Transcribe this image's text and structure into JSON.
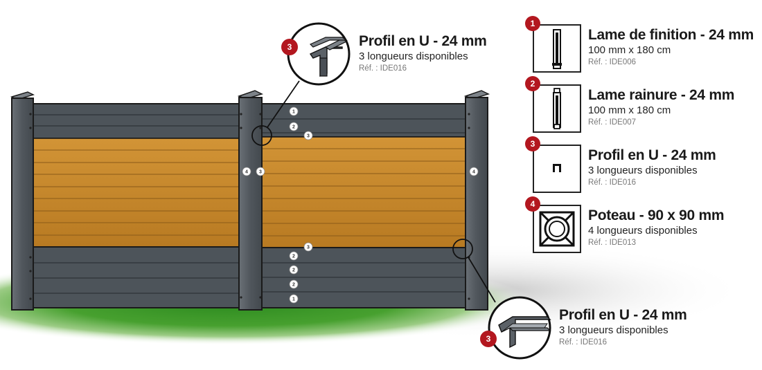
{
  "callouts": {
    "top": {
      "badge": "3",
      "title": "Profil en U - 24 mm",
      "subtitle": "3 longueurs disponibles",
      "ref": "Réf. : IDE016"
    },
    "bottom": {
      "badge": "3",
      "title": "Profil en U - 24 mm",
      "subtitle": "3 longueurs disponibles",
      "ref": "Réf. : IDE016"
    }
  },
  "legend": [
    {
      "badge": "1",
      "title": "Lame de finition - 24 mm",
      "subtitle": "100 mm x 180 cm",
      "ref": "Réf. : IDE006",
      "icon": "finishing-slat-profile-icon"
    },
    {
      "badge": "2",
      "title": "Lame rainure - 24 mm",
      "subtitle": "100 mm x 180 cm",
      "ref": "Réf. : IDE007",
      "icon": "grooved-slat-profile-icon"
    },
    {
      "badge": "3",
      "title": "Profil en U - 24 mm",
      "subtitle": "3 longueurs disponibles",
      "ref": "Réf. : IDE016",
      "icon": "u-profile-icon"
    },
    {
      "badge": "4",
      "title": "Poteau - 90 x 90 mm",
      "subtitle": "4 longueurs disponibles",
      "ref": "Réf. : IDE013",
      "icon": "post-section-icon"
    }
  ],
  "fence_markers": {
    "right_panel_top": [
      "1",
      "2",
      "3"
    ],
    "right_panel_bottom": [
      "3",
      "2",
      "2",
      "2",
      "1"
    ],
    "posts": [
      "4",
      "3",
      "4"
    ]
  },
  "colors": {
    "badge_red": "#b3171f",
    "slat_grey": "#4d545a",
    "slat_wood": "#c68a2c",
    "post_grey": "#555b61",
    "grass_green": "#2c8a1f",
    "outline": "#1a1a1a"
  }
}
